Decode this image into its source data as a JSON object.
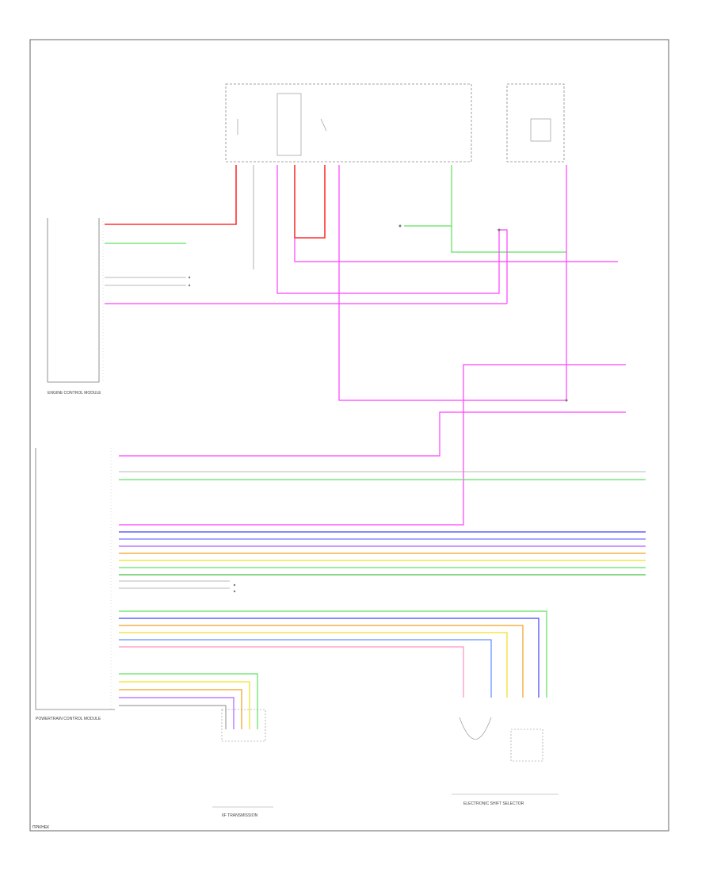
{
  "diagram": {
    "footer_code": "ПРК/НЕК",
    "captions": {
      "engine_control_module": "ENGINE CONTROL MODULE",
      "powertrain_control_module": "POWERTRAIN CONTROL MODULE",
      "transmission": "6F TRANSMISSION",
      "shift_selector": "ELECTRONIC SHIFT SELECTOR"
    },
    "colors": {
      "red": "#ff3030",
      "magenta": "#ff40ff",
      "green": "#60e060",
      "blue": "#4040ff",
      "yellow": "#f0e020",
      "orange": "#f0a020",
      "violet": "#b060ff",
      "pink": "#ff90c0",
      "gray": "#a0a0a0",
      "frame": "#555555"
    }
  }
}
